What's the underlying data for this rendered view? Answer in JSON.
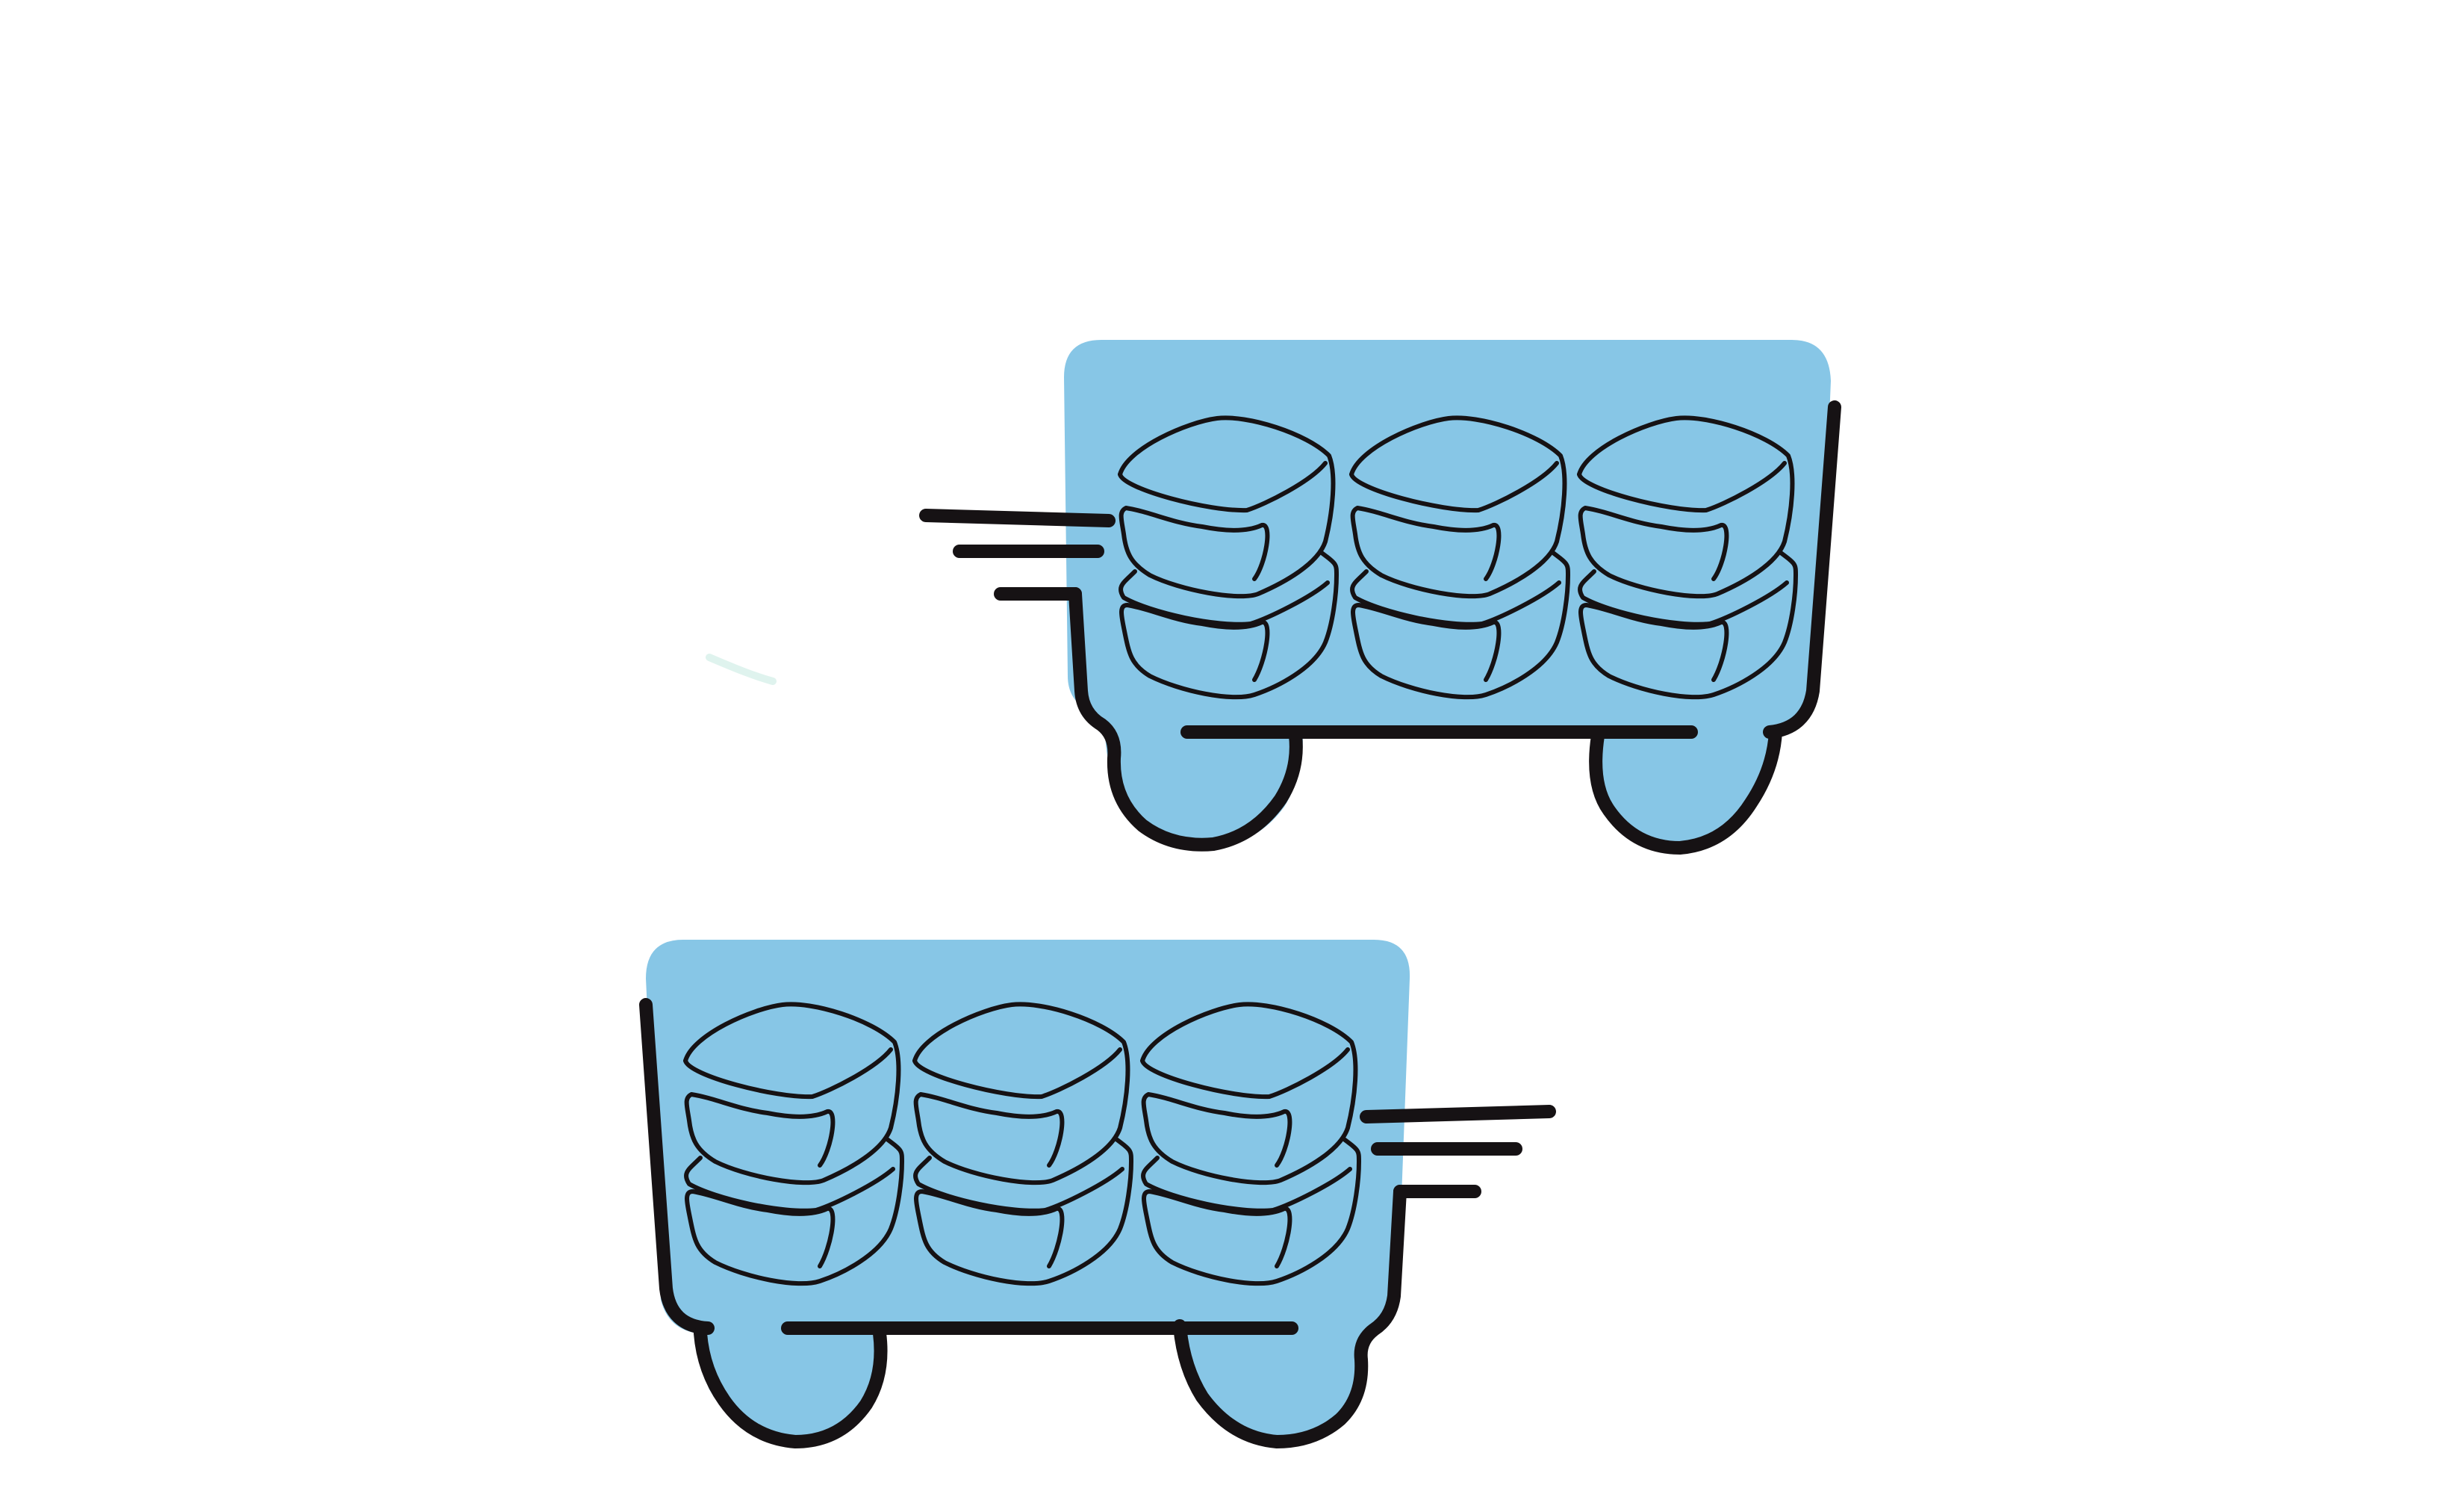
{
  "illustration": {
    "subject": "two-carts-loaded-with-stacked-sacks",
    "carts": [
      {
        "id": "cart-top",
        "facing": "right",
        "sack_columns": 3,
        "sack_rows": 2
      },
      {
        "id": "cart-bottom",
        "facing": "left",
        "sack_columns": 3,
        "sack_rows": 2
      }
    ]
  },
  "colors": {
    "background": "#ffffff",
    "cart_fill": "#87c6e6",
    "stroke": "#161214",
    "accent_faint": "#dff3ee"
  }
}
